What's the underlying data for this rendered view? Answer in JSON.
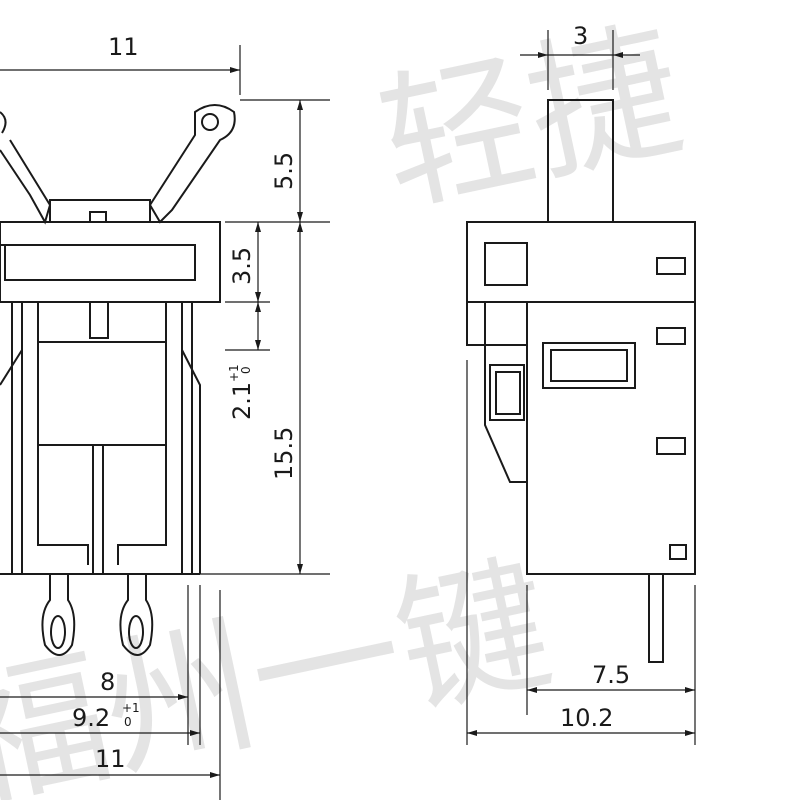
{
  "watermark": {
    "text_left": "福州一键",
    "text_right": "轻捷"
  },
  "front_view": {
    "dim_top_width": "11",
    "dim_actuator_height": "5.5",
    "dim_frame_height": "3.5",
    "dim_tol_height": "2.1",
    "dim_tol_height_sup": "+1",
    "dim_tol_height_sub": "0",
    "dim_body_height": "15.5",
    "dim_pin_spacing": "8",
    "dim_outer_pins": "9.2",
    "dim_outer_pins_sup": "+1",
    "dim_outer_pins_sub": "0",
    "dim_bottom_width": "11"
  },
  "side_view": {
    "dim_actuator_width": "3",
    "dim_pin_offset": "7.5",
    "dim_body_width": "10.2"
  }
}
